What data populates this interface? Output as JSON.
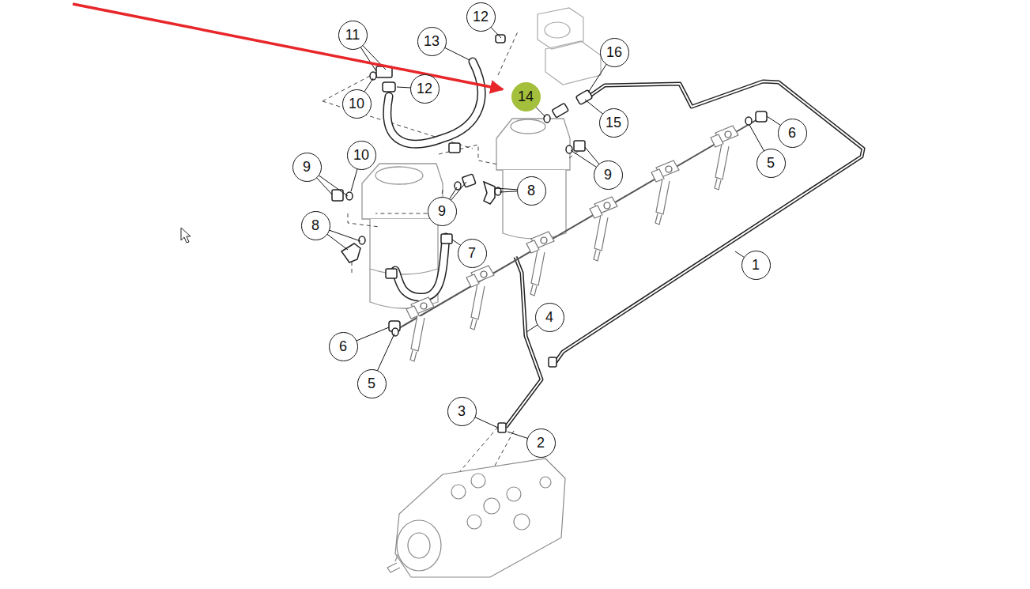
{
  "diagram": {
    "nodes": [
      {
        "text": [
          "12"
        ]
      },
      {
        "text": [
          "11"
        ]
      },
      {
        "text": [
          "13"
        ]
      },
      {
        "text": [
          "16"
        ]
      },
      {
        "text": [
          "12"
        ]
      },
      {
        "text": [
          "14"
        ]
      },
      {
        "text": [
          "10"
        ]
      },
      {
        "text": [
          "15"
        ]
      },
      {
        "text": [
          "6"
        ]
      },
      {
        "text": [
          "10"
        ]
      },
      {
        "text": [
          "5"
        ]
      },
      {
        "text": [
          "9"
        ]
      },
      {
        "text": [
          "9"
        ]
      },
      {
        "text": [
          "8"
        ]
      },
      {
        "text": [
          "9"
        ]
      },
      {
        "text": [
          "8"
        ]
      },
      {
        "text": [
          "7"
        ]
      },
      {
        "text": [
          "1"
        ]
      },
      {
        "text": [
          "4"
        ]
      },
      {
        "text": [
          "6"
        ]
      },
      {
        "text": [
          "5"
        ]
      },
      {
        "text": [
          "3"
        ]
      },
      {
        "text": [
          "2"
        ]
      }
    ]
  }
}
